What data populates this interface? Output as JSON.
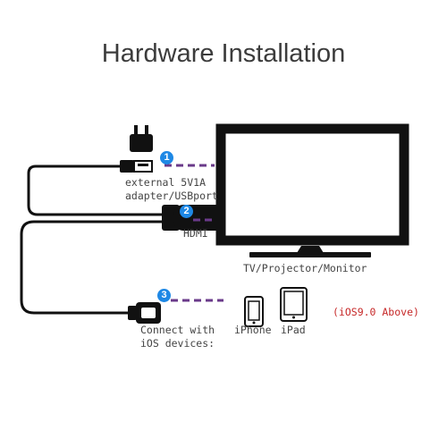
{
  "title": "Hardware Installation",
  "steps": [
    {
      "number": "1",
      "label_line1": "external 5V1A",
      "label_line2": "adapter/USBport"
    },
    {
      "number": "2",
      "label_line1": "HDMI"
    },
    {
      "number": "3",
      "label_line1": "Connect with",
      "label_line2": "iOS devices:"
    }
  ],
  "tv_label": "TV/Projector/Monitor",
  "devices": {
    "iphone": "iPhone",
    "ipad": "iPad"
  },
  "ios_note": "(iOS9.0 Above)",
  "colors": {
    "badge": "#1e88e5",
    "dash": "#6a3a8a",
    "cable": "#111111",
    "note": "#c62828"
  }
}
